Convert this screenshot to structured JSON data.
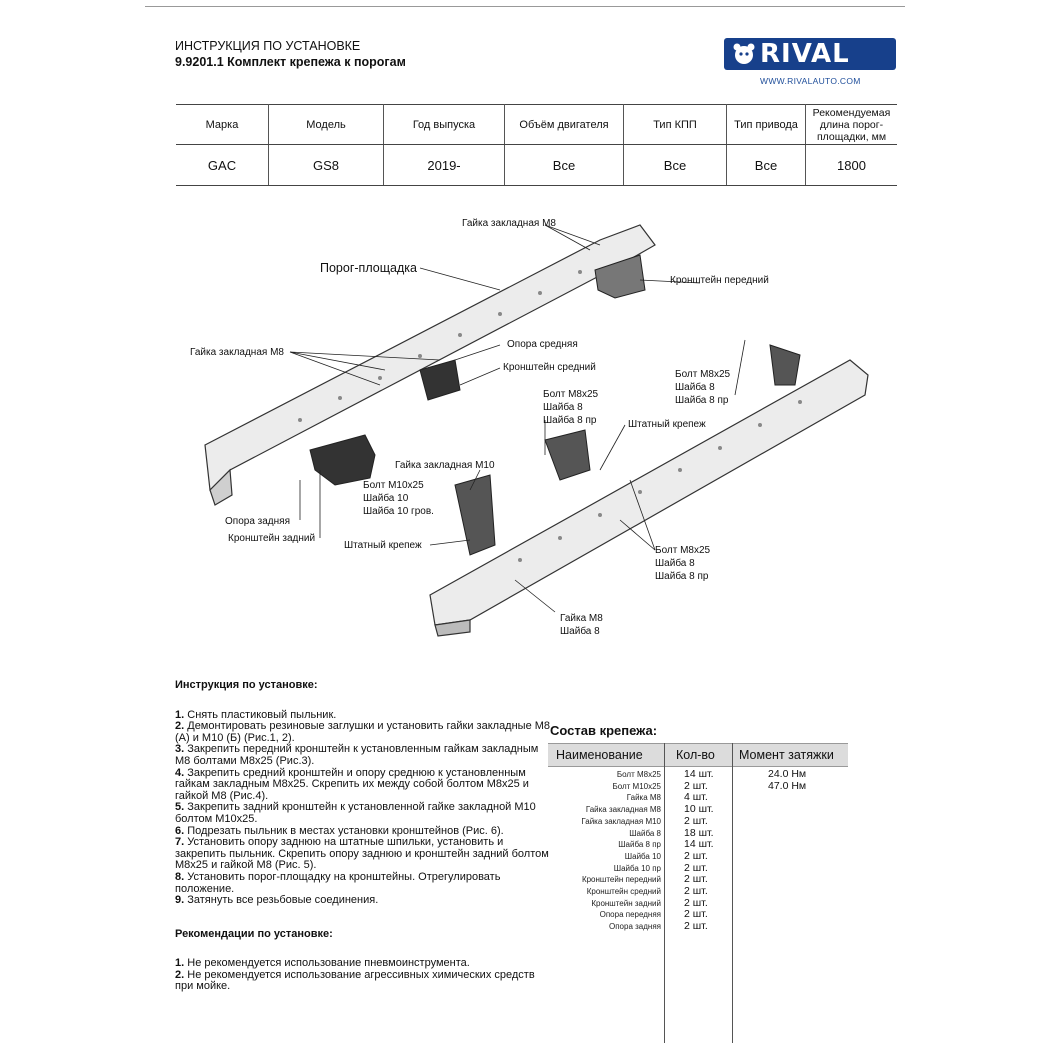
{
  "header": {
    "title_line1": "ИНСТРУКЦИЯ ПО УСТАНОВКЕ",
    "title_line2": "9.9201.1 Комплект крепежа к порогам",
    "logo_text": "RIVAL",
    "logo_url": "WWW.RIVALAUTO.COM"
  },
  "spec_table": {
    "headers": [
      "Марка",
      "Модель",
      "Год выпуска",
      "Объём двигателя",
      "Тип КПП",
      "Тип привода",
      "Рекомендуемая длина порог-площадки, мм"
    ],
    "values": [
      "GAC",
      "GS8",
      "2019-",
      "Все",
      "Все",
      "Все",
      "1800"
    ]
  },
  "diagram": {
    "labels": {
      "nut_top": "Гайка закладная М8",
      "step": "Порог-площадка",
      "bracket_front": "Кронштейн передний",
      "nut_left": "Гайка закладная М8",
      "support_mid": "Опора средняя",
      "bracket_mid": "Кронштейн средний",
      "bolt_a1": "Болт М8х25",
      "bolt_a2": "Шайба 8",
      "bolt_a3": "Шайба 8 пр",
      "bolt_b1": "Болт М8х25",
      "bolt_b2": "Шайба 8",
      "bolt_b3": "Шайба 8 пр",
      "std_mount_1": "Штатный крепеж",
      "nut_m10": "Гайка закладная М10",
      "bolt_m10_1": "Болт М10х25",
      "bolt_m10_2": "Шайба 10",
      "bolt_m10_3": "Шайба 10 гров.",
      "support_rear": "Опора задняя",
      "bracket_rear": "Кронштейн задний",
      "std_mount_2": "Штатный крепеж",
      "bolt_c1": "Болт М8х25",
      "bolt_c2": "Шайба 8",
      "bolt_c3": "Шайба 8 пр",
      "nut_m8_1": "Гайка М8",
      "nut_m8_2": "Шайба 8"
    }
  },
  "instructions": {
    "heading": "Инструкция по установке:",
    "steps": [
      {
        "num": "1.",
        "text": " Снять пластиковый пыльник."
      },
      {
        "num": "2.",
        "text": " Демонтировать резиновые заглушки и установить гайки закладные М8 (А) и М10 (Б) (Рис.1, 2)."
      },
      {
        "num": "3.",
        "text": " Закрепить передний кронштейн к установленным гайкам закладным М8 болтами М8х25 (Рис.3)."
      },
      {
        "num": "4.",
        "text": " Закрепить средний кронштейн и опору среднюю к установленным гайкам закладным М8х25. Скрепить их между собой болтом М8х25 и гайкой М8 (Рис.4)."
      },
      {
        "num": "5.",
        "text": " Закрепить задний кронштейн к установленной гайке закладной М10 болтом М10х25."
      },
      {
        "num": "6.",
        "text": " Подрезать пыльник в местах установки кронштейнов (Рис. 6)."
      },
      {
        "num": "7.",
        "text": " Установить опору заднюю на штатные шпильки, установить и закрепить пыльник. Скрепить опору заднюю и кронштейн задний болтом М8х25 и гайкой М8 (Рис. 5)."
      },
      {
        "num": "8.",
        "text": " Установить порог-площадку на кронштейны. Отрегулировать положение."
      },
      {
        "num": "9.",
        "text": " Затянуть все резьбовые соединения."
      }
    ],
    "rec_heading": "Рекомендации по установке:",
    "recs": [
      {
        "num": "1.",
        "text": " Не рекомендуется использование пневмоинструмента."
      },
      {
        "num": "2.",
        "text": " Не рекомендуется использование агрессивных химических средств при мойке."
      }
    ]
  },
  "components": {
    "title": "Состав крепежа:",
    "col_name": "Наименование",
    "col_qty": "Кол-во",
    "col_torque": "Момент затяжки",
    "rows": [
      {
        "name": "Болт М8х25",
        "qty": "14 шт.",
        "torque": "24.0 Нм"
      },
      {
        "name": "Болт М10х25",
        "qty": "2 шт.",
        "torque": "47.0 Нм"
      },
      {
        "name": "Гайка М8",
        "qty": "4 шт.",
        "torque": ""
      },
      {
        "name": "Гайка закладная М8",
        "qty": "10 шт.",
        "torque": ""
      },
      {
        "name": "Гайка закладная М10",
        "qty": "2 шт.",
        "torque": ""
      },
      {
        "name": "Шайба 8",
        "qty": "18 шт.",
        "torque": ""
      },
      {
        "name": "Шайба 8 пр",
        "qty": "14 шт.",
        "torque": ""
      },
      {
        "name": "Шайба 10",
        "qty": "2 шт.",
        "torque": ""
      },
      {
        "name": "Шайба 10 пр",
        "qty": "2 шт.",
        "torque": ""
      },
      {
        "name": "Кронштейн передний",
        "qty": "2 шт.",
        "torque": ""
      },
      {
        "name": "Кронштейн средний",
        "qty": "2 шт.",
        "torque": ""
      },
      {
        "name": "Кронштейн задний",
        "qty": "2 шт.",
        "torque": ""
      },
      {
        "name": "Опора передняя",
        "qty": "2 шт.",
        "torque": ""
      },
      {
        "name": "Опора задняя",
        "qty": "2 шт.",
        "torque": ""
      }
    ]
  },
  "colors": {
    "brand": "#17408b",
    "header_bg": "#dcdcdc"
  }
}
